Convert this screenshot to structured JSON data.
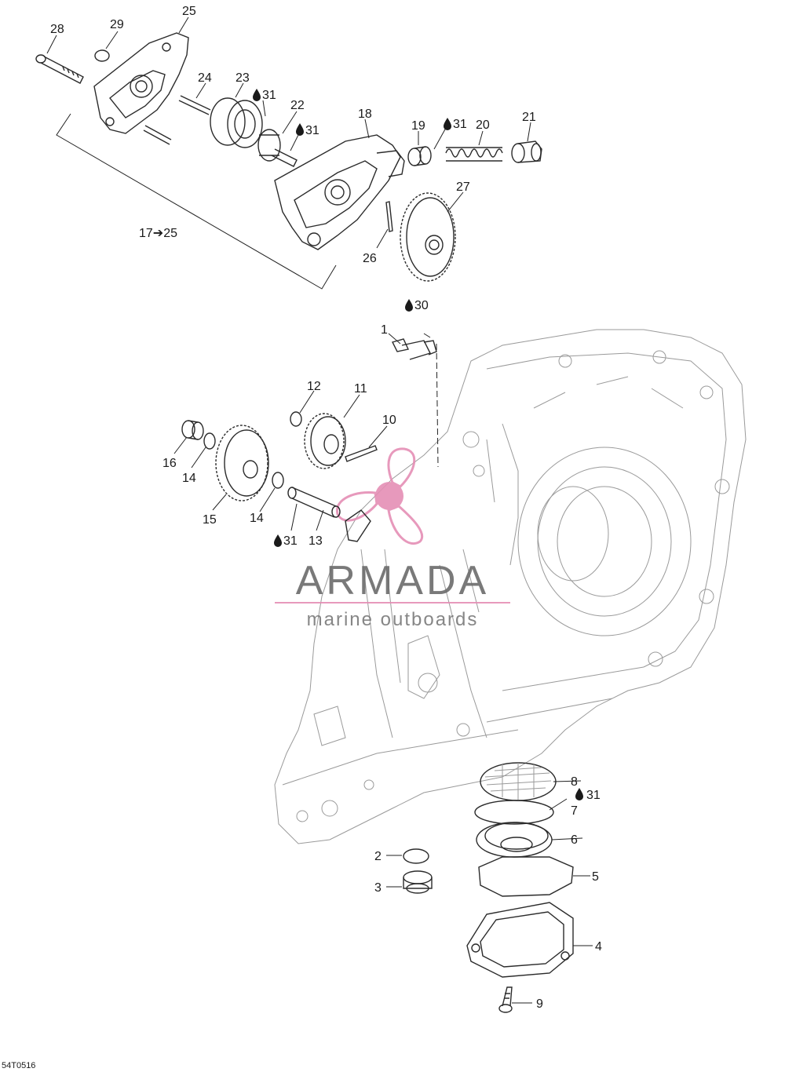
{
  "callouts": [
    {
      "id": "c28",
      "text": "28"
    },
    {
      "id": "c29",
      "text": "29"
    },
    {
      "id": "c25",
      "text": "25"
    },
    {
      "id": "c24",
      "text": "24"
    },
    {
      "id": "c23",
      "text": "23"
    },
    {
      "id": "c31a",
      "text": "31"
    },
    {
      "id": "c22",
      "text": "22"
    },
    {
      "id": "c31b",
      "text": "31"
    },
    {
      "id": "c18",
      "text": "18"
    },
    {
      "id": "c19",
      "text": "19"
    },
    {
      "id": "c31c",
      "text": "31"
    },
    {
      "id": "c20",
      "text": "20"
    },
    {
      "id": "c21",
      "text": "21"
    },
    {
      "id": "c27",
      "text": "27"
    },
    {
      "id": "c26",
      "text": "26"
    },
    {
      "id": "c1725",
      "text": "17➔25"
    },
    {
      "id": "c30",
      "text": "30"
    },
    {
      "id": "c1",
      "text": "1"
    },
    {
      "id": "c12",
      "text": "12"
    },
    {
      "id": "c11",
      "text": "11"
    },
    {
      "id": "c10",
      "text": "10"
    },
    {
      "id": "c16",
      "text": "16"
    },
    {
      "id": "c14a",
      "text": "14"
    },
    {
      "id": "c15",
      "text": "15"
    },
    {
      "id": "c14b",
      "text": "14"
    },
    {
      "id": "c31d",
      "text": "31"
    },
    {
      "id": "c13",
      "text": "13"
    },
    {
      "id": "c8",
      "text": "8"
    },
    {
      "id": "c31e",
      "text": "31"
    },
    {
      "id": "c7",
      "text": "7"
    },
    {
      "id": "c6",
      "text": "6"
    },
    {
      "id": "c5",
      "text": "5"
    },
    {
      "id": "c2",
      "text": "2"
    },
    {
      "id": "c3",
      "text": "3"
    },
    {
      "id": "c4",
      "text": "4"
    },
    {
      "id": "c9",
      "text": "9"
    }
  ],
  "drawing_code": "54T0516",
  "watermark": {
    "brand": "ARMADA",
    "tagline": "marine outboards",
    "colors": {
      "brand_text": "#6b6b6b",
      "accent": "#e58fb5",
      "accent_dark": "#d96b9c"
    }
  },
  "icons": {
    "oil_drop": "oil-drop-icon"
  }
}
